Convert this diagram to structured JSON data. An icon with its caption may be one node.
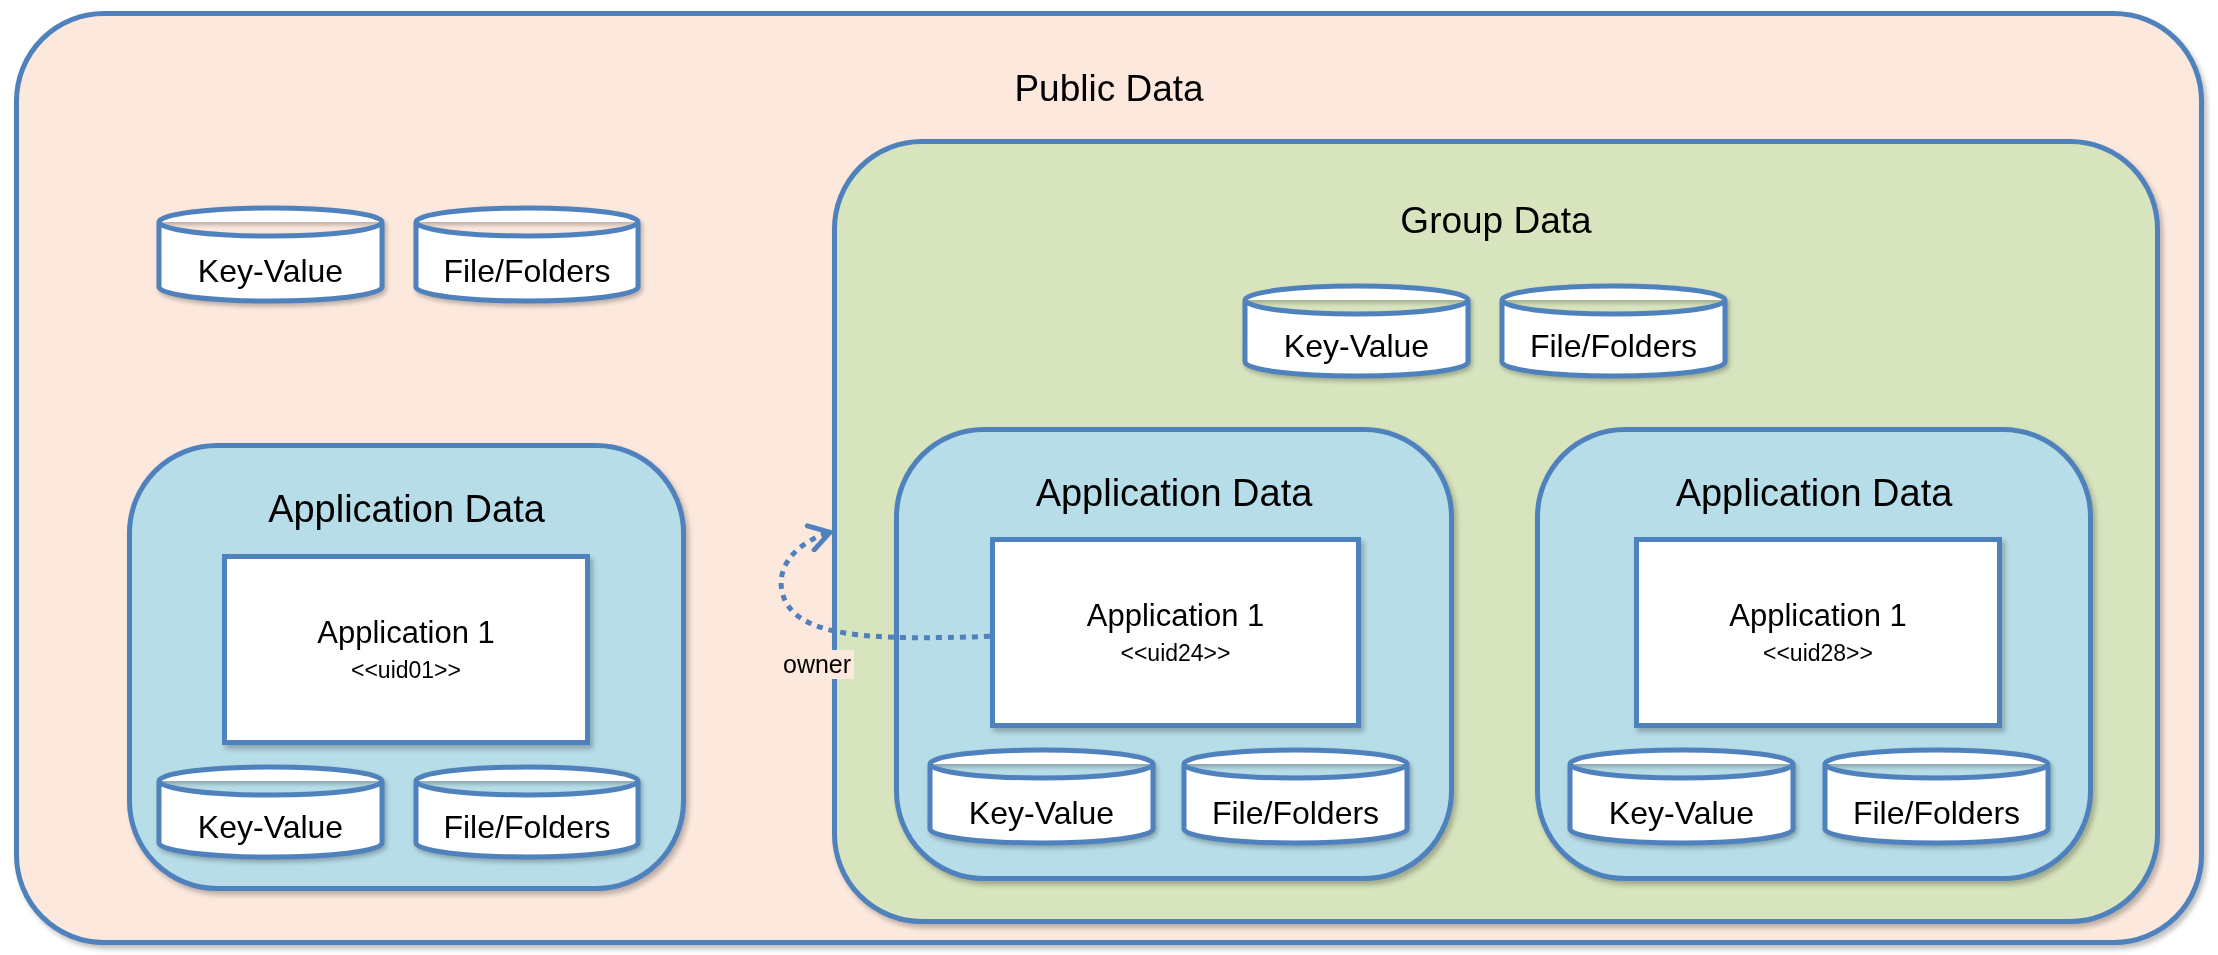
{
  "diagram": {
    "nodes": [
      {
        "text": [
          "Public Data"
        ]
      },
      {
        "text": [
          "Key-Value"
        ],
        "in": 0
      },
      {
        "text": [
          "File/Folders"
        ],
        "in": 0
      },
      {
        "text": [
          "Application Data"
        ],
        "in": 0
      },
      {
        "text": [
          "Application 1",
          "<<uid01>>"
        ],
        "in": 3
      },
      {
        "text": [
          "Key-Value"
        ],
        "in": 3
      },
      {
        "text": [
          "File/Folders"
        ],
        "in": 3
      },
      {
        "text": [
          "Group Data"
        ],
        "in": 0
      },
      {
        "text": [
          "Key-Value"
        ],
        "in": 7
      },
      {
        "text": [
          "File/Folders"
        ],
        "in": 7
      },
      {
        "text": [
          "Application Data"
        ],
        "in": 7
      },
      {
        "text": [
          "Application 1",
          "<<uid24>>"
        ],
        "in": 10
      },
      {
        "text": [
          "Key-Value"
        ],
        "in": 10
      },
      {
        "text": [
          "File/Folders"
        ],
        "in": 10
      },
      {
        "text": [
          "Application Data"
        ],
        "in": 7
      },
      {
        "text": [
          "Application 1",
          "<<uid28>>"
        ],
        "in": 14
      },
      {
        "text": [
          "Key-Value"
        ],
        "in": 14
      },
      {
        "text": [
          "File/Folders"
        ],
        "in": 14
      }
    ],
    "edges": [
      {
        "from": 11,
        "to": 7,
        "arrow": "to",
        "label": "owner",
        "style": "dashed"
      }
    ]
  }
}
